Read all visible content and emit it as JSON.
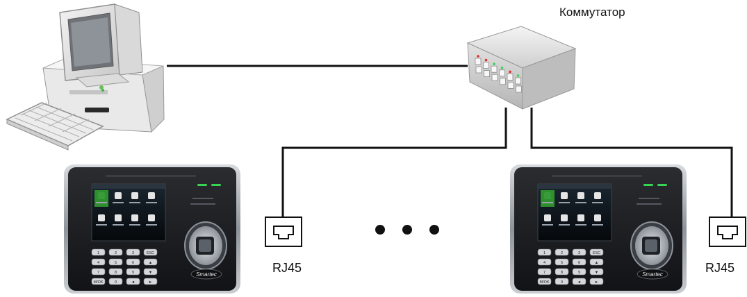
{
  "diagram": {
    "nodes": [
      {
        "id": "pc",
        "type": "computer",
        "icon": "desktop-computer-icon"
      },
      {
        "id": "switch",
        "type": "network-switch",
        "icon": "network-switch-icon",
        "label": "Коммутатор"
      },
      {
        "id": "terminal-1",
        "type": "access-terminal",
        "icon": "fingerprint-terminal-icon",
        "brand": "Smartec"
      },
      {
        "id": "terminal-2",
        "type": "access-terminal",
        "icon": "fingerprint-terminal-icon",
        "brand": "Smartec"
      },
      {
        "id": "rj45-1",
        "type": "port",
        "icon": "rj45-port-icon",
        "label": "RJ45"
      },
      {
        "id": "rj45-2",
        "type": "port",
        "icon": "rj45-port-icon",
        "label": "RJ45"
      }
    ],
    "edges": [
      {
        "from": "pc",
        "to": "switch"
      },
      {
        "from": "switch",
        "to": "rj45-1"
      },
      {
        "from": "switch",
        "to": "rj45-2"
      }
    ],
    "switch_label": "Коммутатор",
    "rj45_label": "RJ45",
    "terminal_brand": "Smartec",
    "keypad_keys": [
      "1",
      "2",
      "3",
      "ESC",
      "4",
      "5",
      "6",
      "▲",
      "7",
      "8",
      "9",
      "▼",
      "M/OK",
      "0",
      "◄",
      "►"
    ],
    "colors": {
      "line": "#111111",
      "terminal_body": "#1b1c1f",
      "terminal_frame": "#9aa0a6",
      "led_green": "#39d353",
      "led_red": "#e0302a"
    }
  }
}
